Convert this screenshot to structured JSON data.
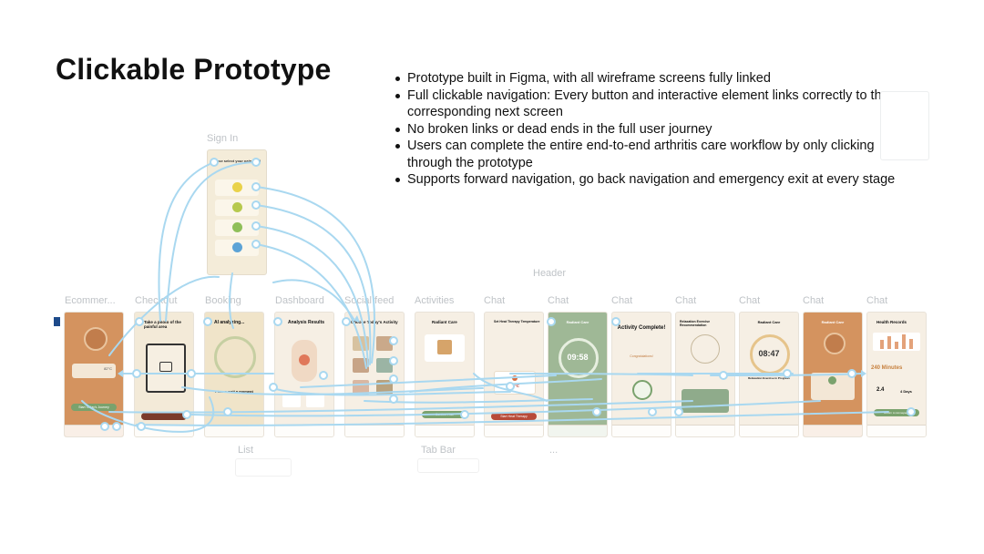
{
  "slide": {
    "title": "Clickable Prototype",
    "bullets": [
      "Prototype built in Figma, with all wireframe screens fully linked",
      "Full clickable navigation: Every button and interactive element links correctly to the corresponding next screen",
      "No broken links or dead ends in the full user journey",
      "Users can complete the entire end-to-end arthritis care workflow by only clicking through the prototype",
      "Supports forward navigation, go back navigation and emergency exit at every stage"
    ]
  },
  "canvas": {
    "frame_labels": [
      "Ecommer...",
      "Checkout",
      "Booking",
      "Dashboard",
      "Social feed",
      "Activities",
      "Chat",
      "Chat",
      "Chat",
      "Chat",
      "Chat",
      "Chat",
      "Chat"
    ],
    "top_labels": {
      "signin": "Sign In",
      "header": "Header"
    },
    "bottom_labels": {
      "list": "List",
      "tabbar": "Tab Bar",
      "more": "..."
    },
    "accent_color": "#a9d8f0"
  },
  "screens": {
    "signin": {
      "header": "Please select your pain level"
    },
    "ecommerce": {
      "button": "Start Today's Journey",
      "stat": "82°C"
    },
    "checkout": {
      "header": "Take a photo of the painful area"
    },
    "booking": {
      "header": "AI analyzing...",
      "caption": "Please wait a moment"
    },
    "dashboard": {
      "header": "Analysis Results"
    },
    "social": {
      "header": "Choose Today's Activity"
    },
    "activities": {
      "header": "Radiant Care",
      "button": "Confirm Plan"
    },
    "chat1": {
      "header": "Set Heat Therapy Temperature",
      "value": "42°C",
      "button": "Start Heat Therapy"
    },
    "chat2": {
      "header": "Radiant Care",
      "timer": "09:58"
    },
    "chat3": {
      "header": "Activity Complete!",
      "sub": "Congratulations!"
    },
    "chat4": {
      "header": "Relaxation Exercise Recommendation"
    },
    "chat5": {
      "header": "Radiant Care",
      "timer": "08:47",
      "caption": "Relaxation Exercise in Progress"
    },
    "chat6": {
      "header": "Radiant Care"
    },
    "chat7": {
      "header": "Health Records",
      "minutes": "240 Minutes",
      "stat_a": "2.4",
      "stat_b": "4 Days",
      "button": "Return to Homepage"
    }
  }
}
